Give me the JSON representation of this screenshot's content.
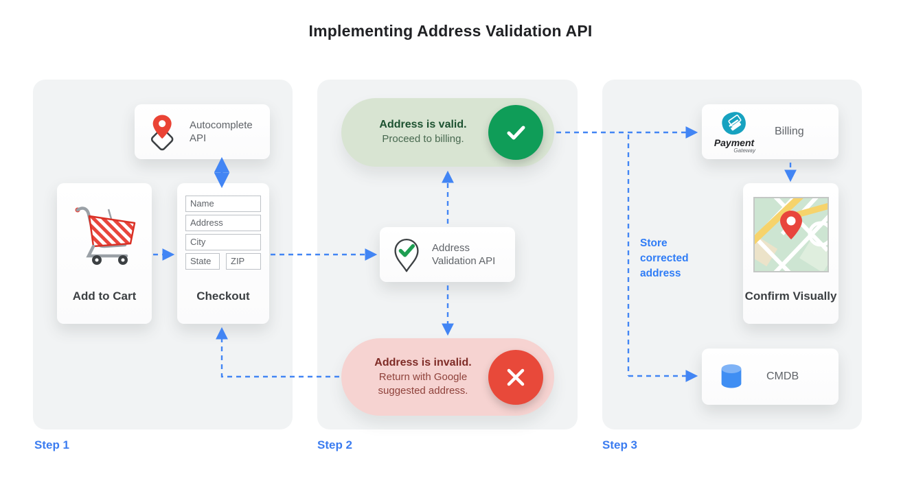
{
  "title": "Implementing Address Validation API",
  "colors": {
    "arrow_blue": "#4285f4",
    "step_blue": "#3b7cf0",
    "valid_green": "#0f9d58",
    "valid_pill_bg": "#d8e4d2",
    "invalid_red": "#e8493a",
    "invalid_pill_bg": "#f6d3d1",
    "panel_gray": "#f1f3f4"
  },
  "steps": [
    {
      "label": "Step 1"
    },
    {
      "label": "Step 2"
    },
    {
      "label": "Step 3"
    }
  ],
  "step1": {
    "autocomplete_api": {
      "label": "Autocomplete API",
      "icon": "map-pin-diamond-icon"
    },
    "add_to_cart": {
      "label": "Add to Cart",
      "icon": "shopping-cart-icon"
    },
    "checkout": {
      "label": "Checkout",
      "fields": [
        "Name",
        "Address",
        "City",
        "State",
        "ZIP"
      ]
    }
  },
  "step2": {
    "valid_pill": {
      "title": "Address is valid.",
      "subtitle": "Proceed to billing.",
      "icon": "check-circle-icon"
    },
    "validation_api": {
      "label": "Address Validation API",
      "icon": "pin-check-icon"
    },
    "invalid_pill": {
      "title": "Address is invalid.",
      "subtitle": "Return with Google suggested address.",
      "icon": "x-circle-icon"
    }
  },
  "step3": {
    "billing": {
      "label": "Billing",
      "logo_title": "Payment",
      "logo_subtitle": "Gateway",
      "icon": "payment-gateway-logo"
    },
    "confirm_visually": {
      "label": "Confirm Visually",
      "icon": "map-thumbnail"
    },
    "cmdb": {
      "label": "CMDB",
      "icon": "database-icon"
    },
    "store_note": "Store corrected address"
  }
}
